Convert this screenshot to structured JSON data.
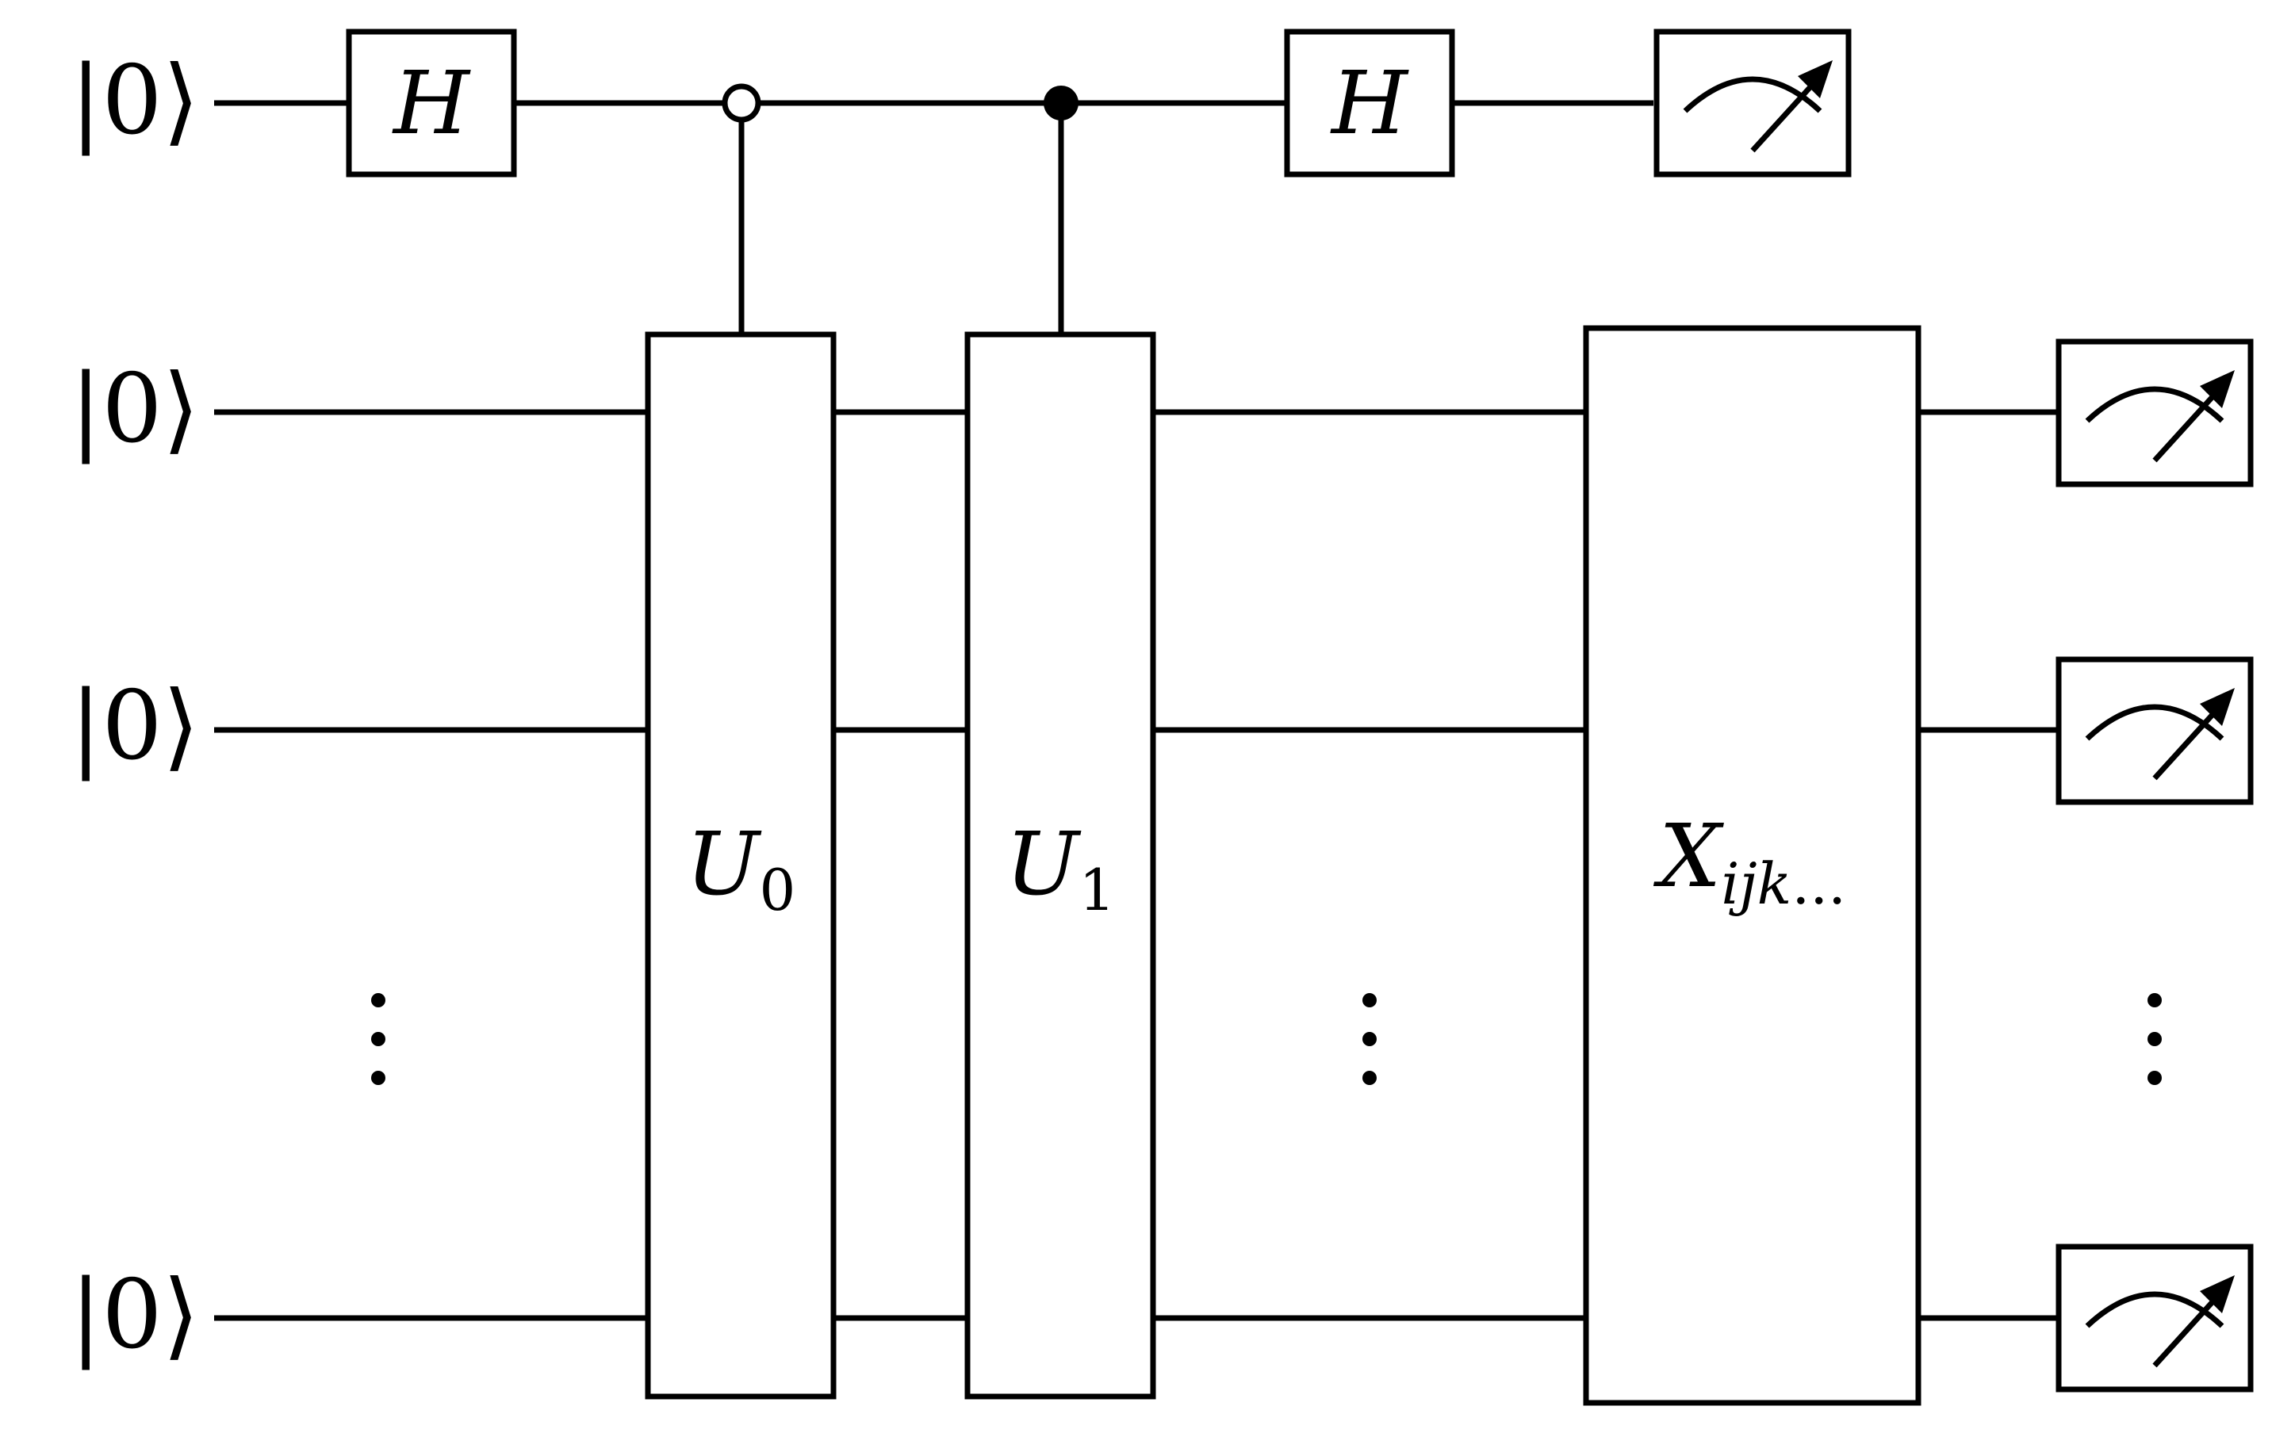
{
  "qubit_labels": [
    "|0⟩",
    "|0⟩",
    "|0⟩",
    "|0⟩"
  ],
  "gates": {
    "hadamard_1": "H",
    "hadamard_2": "H",
    "u0": {
      "base": "U",
      "sub": "0"
    },
    "u1": {
      "base": "U",
      "sub": "1"
    },
    "x": {
      "base": "X",
      "sub": "ijk",
      "ellipsis": "..."
    }
  },
  "controls": {
    "u0": "open",
    "u1": "filled"
  },
  "colors": {
    "stroke": "#000000",
    "background": "#ffffff"
  },
  "icons": [
    "measurement-meter-icon",
    "vertical-ellipsis-icon"
  ]
}
